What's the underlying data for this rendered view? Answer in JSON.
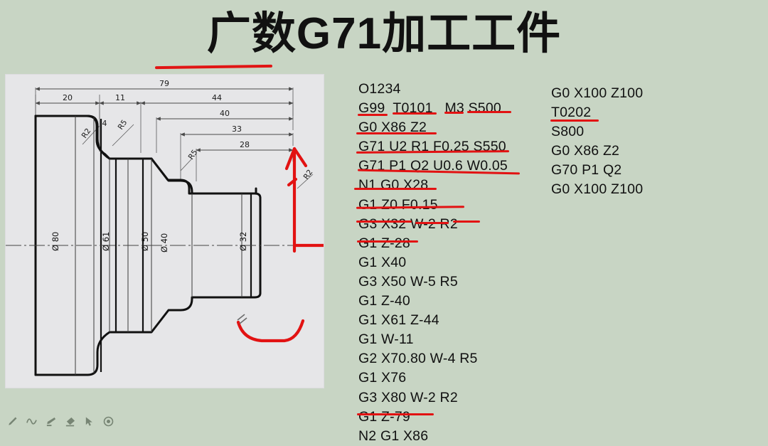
{
  "title": {
    "prefix": "广数",
    "code": "G71",
    "suffix": "加工工件",
    "full": "广数G71加工工件",
    "underline_color": "#e11414"
  },
  "colors": {
    "background": "#c8d5c4",
    "panel": "#e6e6e8",
    "annotation_red": "#e21212",
    "ink": "#111111"
  },
  "drawing": {
    "name": "stepped-shaft-part-drawing",
    "linear_dimensions": [
      "79",
      "20",
      "11",
      "44",
      "40",
      "33",
      "28",
      "4"
    ],
    "radius_dimensions": [
      "R2",
      "R5",
      "R5",
      "R2"
    ],
    "diameter_dimensions": [
      "Ø 80",
      "Ø 61",
      "Ø 50",
      "Ø 40",
      "Ø 32"
    ],
    "labels": {
      "d79": "79",
      "d20": "20",
      "d11": "11",
      "d44": "44",
      "d40": "40",
      "d33": "33",
      "d28": "28",
      "d4": "4",
      "r2a": "R2",
      "r5a": "R5",
      "r5b": "R5",
      "r2b": "R2",
      "dia80": "Ø 80",
      "dia61": "Ø 61",
      "dia50": "Ø 50",
      "dia40": "Ø 40",
      "dia32": "Ø 32"
    }
  },
  "program_left": {
    "name": "main-program-listing",
    "lines": [
      "O1234",
      "G99  T0101   M3 S500",
      "G0 X86 Z2",
      "G71 U2 R1 F0.25 S550",
      "G71 P1 Q2 U0.6 W0.05",
      "N1 G0 X28",
      "G1 Z0 F0.15",
      "G3 X32 W-2 R2",
      "G1 Z-28",
      "G1 X40",
      "G3 X50 W-5 R5",
      "G1 Z-40",
      "G1 X61 Z-44",
      "G1 W-11",
      "G2 X70.80 W-4 R5",
      "G1 X76",
      "G3 X80 W-2 R2",
      "G1 Z-79",
      "N2 G1 X86"
    ]
  },
  "program_right": {
    "name": "finishing-program-listing",
    "lines": [
      "G0 X100 Z100",
      "T0202",
      "S800",
      "G0 X86 Z2",
      "G70 P1 Q2",
      "G0 X100 Z100"
    ]
  },
  "toolbar": {
    "items": [
      {
        "name": "pen-icon",
        "label": "Pen"
      },
      {
        "name": "curve-icon",
        "label": "Curve"
      },
      {
        "name": "highlighter-icon",
        "label": "Highlighter"
      },
      {
        "name": "eraser-icon",
        "label": "Eraser"
      },
      {
        "name": "cursor-icon",
        "label": "Pointer"
      },
      {
        "name": "record-icon",
        "label": "Record"
      }
    ]
  }
}
